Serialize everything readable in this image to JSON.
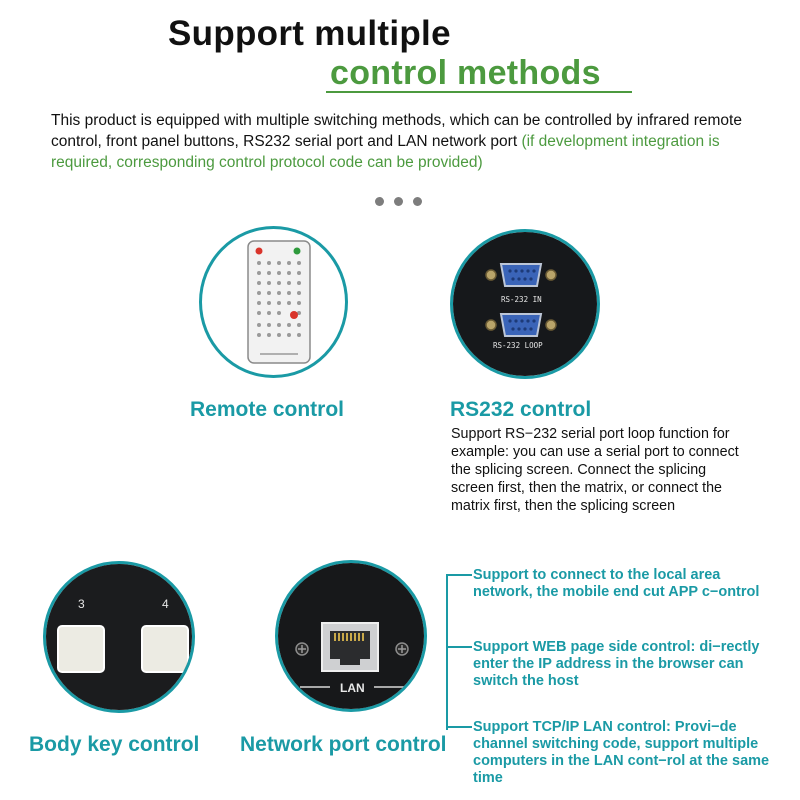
{
  "header": {
    "title_line1": "Support multiple",
    "title_line2": "control methods"
  },
  "intro": {
    "text": "This product is equipped with multiple switching methods, which can be controlled by infrared remote control, front panel buttons, RS232 serial port and LAN network port",
    "note": "(if development integration is required, corresponding control protocol code can be provided)"
  },
  "colors": {
    "accent_teal": "#1a9aa5",
    "accent_green": "#4c9a3f",
    "text": "#111111"
  },
  "remote": {
    "heading": "Remote control"
  },
  "rs232": {
    "heading": "RS232 control",
    "port_in_label": "RS-232 IN",
    "port_loop_label": "RS-232 LOOP",
    "description": "Support RS−232 serial port loop function for example: you can use a serial port to connect the splicing screen. Connect the splicing screen first, then the matrix, or connect the matrix first, then the splicing screen"
  },
  "body_key": {
    "heading": "Body key control",
    "key_left_label": "3",
    "key_right_label": "4"
  },
  "network": {
    "heading": "Network port control",
    "port_label": "LAN",
    "items": [
      "Support to connect to the local area network, the mobile end cut APP c−ontrol",
      "Support WEB page side control: di−rectly enter the IP address in the browser can switch the host",
      "Support TCP/IP LAN control: Provi−de channel switching code, support multiple computers in the LAN cont−rol at the same time"
    ]
  }
}
